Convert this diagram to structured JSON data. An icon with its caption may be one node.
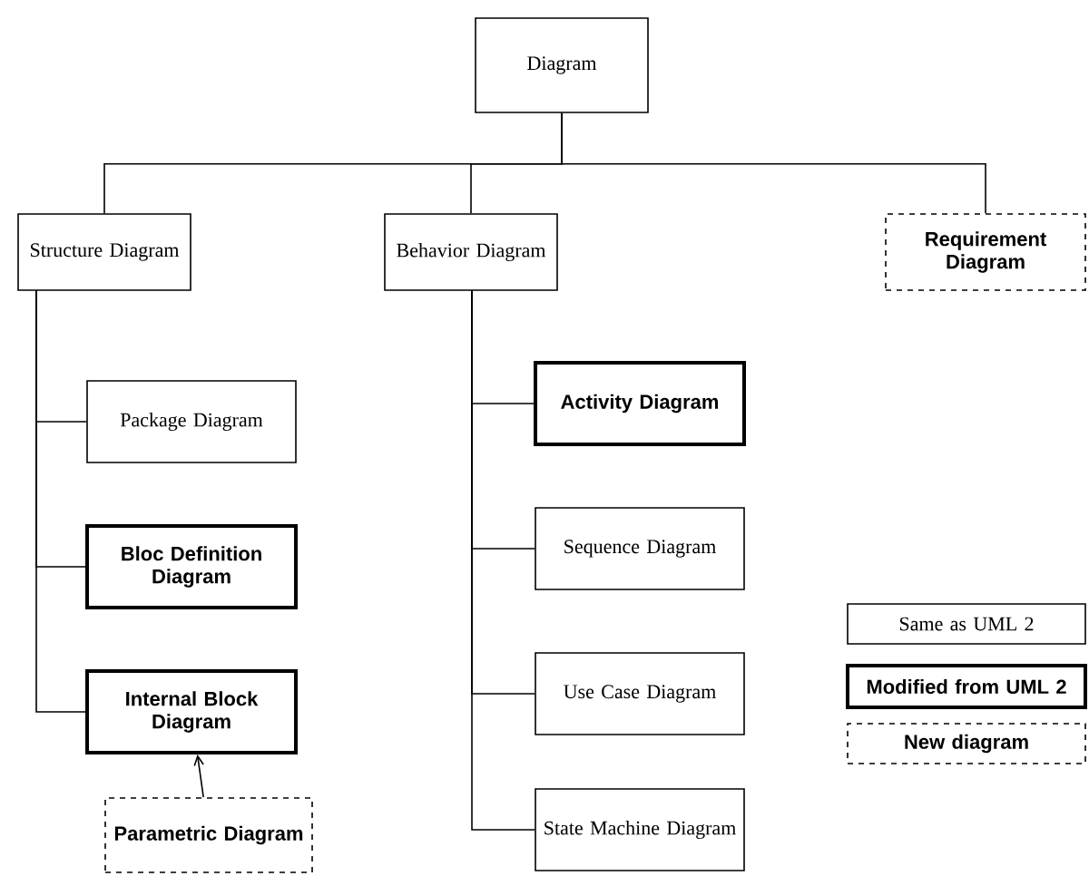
{
  "diagram": {
    "nodes": [
      {
        "text": [
          "Diagram"
        ]
      },
      {
        "text": [
          "Structure Diagram"
        ]
      },
      {
        "text": [
          "Behavior Diagram"
        ]
      },
      {
        "text": [
          "Requirement Diagram"
        ]
      },
      {
        "text": [
          "Package Diagram"
        ]
      },
      {
        "text": [
          "Bloc Definition Diagram"
        ]
      },
      {
        "text": [
          "Internal Block Diagram"
        ]
      },
      {
        "text": [
          "Parametric Diagram"
        ]
      },
      {
        "text": [
          "Activity Diagram"
        ]
      },
      {
        "text": [
          "Sequence Diagram"
        ]
      },
      {
        "text": [
          "Use Case Diagram"
        ]
      },
      {
        "text": [
          "State Machine Diagram"
        ]
      }
    ],
    "edges": [
      {
        "from": 0,
        "to": 1,
        "arrow": "none"
      },
      {
        "from": 0,
        "to": 2,
        "arrow": "none"
      },
      {
        "from": 0,
        "to": 3,
        "arrow": "none"
      },
      {
        "from": 1,
        "to": 4,
        "arrow": "none"
      },
      {
        "from": 1,
        "to": 5,
        "arrow": "none"
      },
      {
        "from": 1,
        "to": 6,
        "arrow": "none"
      },
      {
        "from": 7,
        "to": 6,
        "arrow": "to"
      },
      {
        "from": 2,
        "to": 8,
        "arrow": "none"
      },
      {
        "from": 2,
        "to": 9,
        "arrow": "none"
      },
      {
        "from": 2,
        "to": 10,
        "arrow": "none"
      },
      {
        "from": 2,
        "to": 11,
        "arrow": "none"
      }
    ],
    "legend": [
      {
        "text": "Same as UML 2"
      },
      {
        "text": "Modified from UML 2"
      },
      {
        "text": "New diagram"
      }
    ]
  }
}
